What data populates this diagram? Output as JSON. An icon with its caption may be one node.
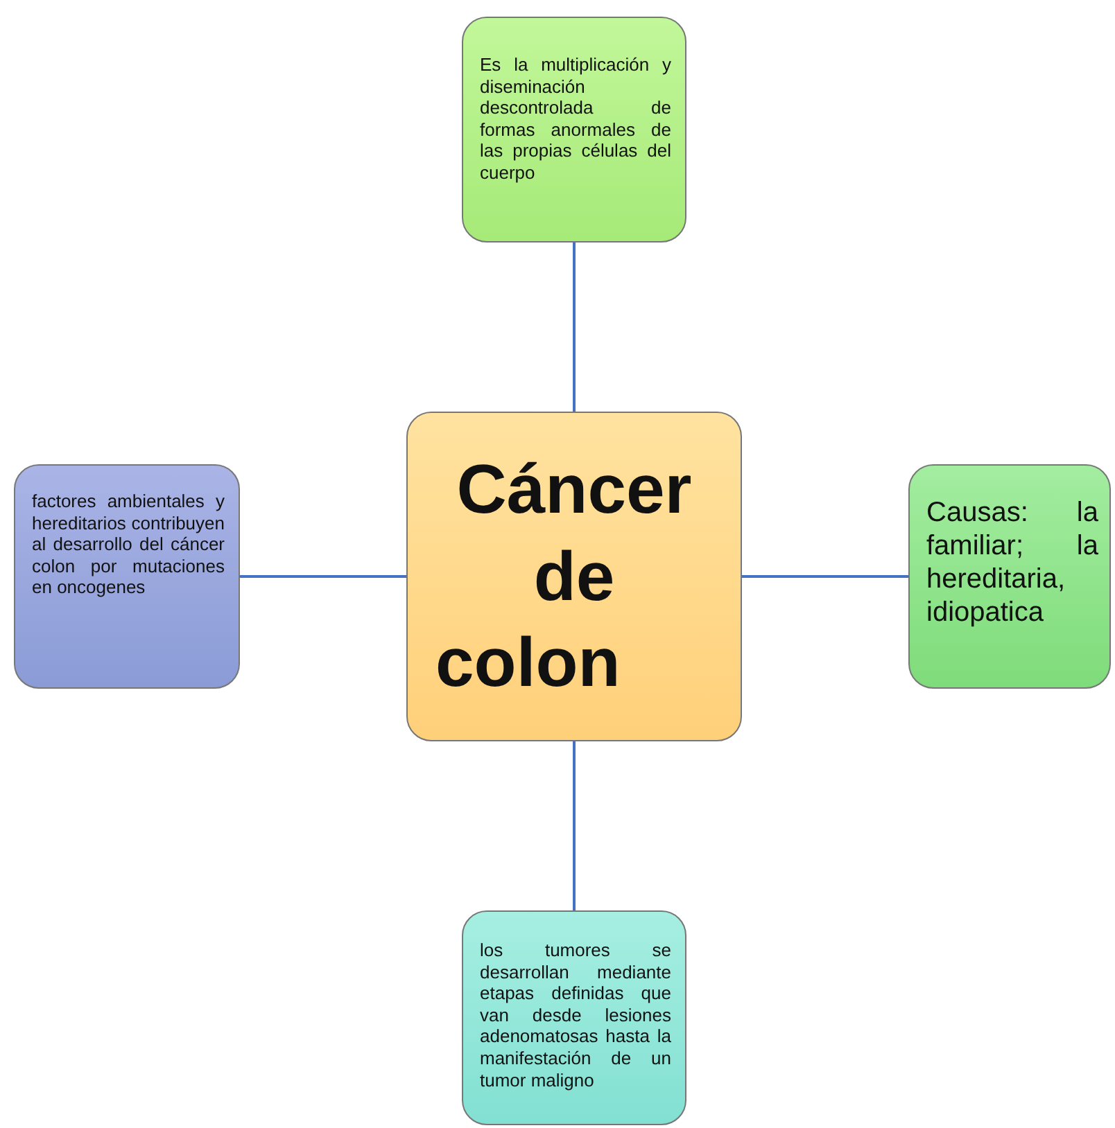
{
  "diagram": {
    "nodes": [
      {
        "text": [
          "Es la multiplicación y diseminación descontrolada de formas anormales de las propias células del cuerpo"
        ]
      },
      {
        "text": [
          "factores ambientales y hereditarios contribuyen al desarrollo del cáncer colon por mutaciones en oncogenes"
        ]
      },
      {
        "text": [
          "Cáncer de colon"
        ]
      },
      {
        "text": [
          "Causas: la familiar; la hereditaria, idiopatica"
        ]
      },
      {
        "text": [
          "los tumores se desarrollan mediante etapas definidas que van desde lesiones adenomatosas hasta la manifestación de un tumor maligno"
        ]
      }
    ],
    "edges": [
      {
        "from": 2,
        "to": 0,
        "arrow": "none"
      },
      {
        "from": 2,
        "to": 1,
        "arrow": "none"
      },
      {
        "from": 2,
        "to": 3,
        "arrow": "none"
      },
      {
        "from": 2,
        "to": 4,
        "arrow": "none"
      }
    ]
  }
}
